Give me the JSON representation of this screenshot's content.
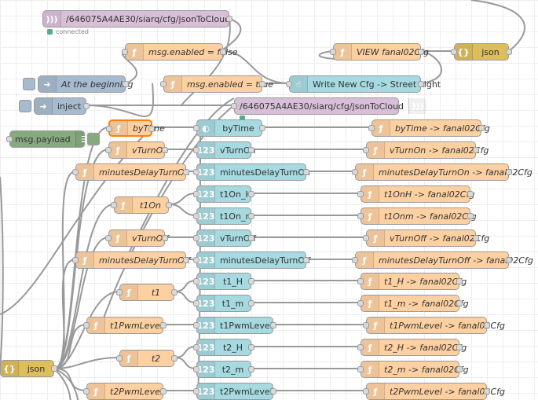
{
  "status": {
    "connected": "connected"
  },
  "nodes": {
    "mqtt_in_top": "/646075A4AE30/siarq/cfg/jsonToCloud",
    "msg_enabled_false": "msg.enabled = false",
    "msg_enabled_true": "msg.enabled = true",
    "at_beginning": "At the beginning",
    "inject": "inject",
    "mqtt_out": "/646075A4AE30/siarq/cfg/jsonToCloud",
    "view_fanal": "VIEW fanal02Cfg",
    "json_top": "json",
    "write_cfg": "Write New Cfg -> Street Light",
    "msg_payload": "msg.payload",
    "json_bottom": "json",
    "fn_byTime": "byTime",
    "fn_vTurnOn": "vTurnOn",
    "fn_minutesDelayTurnOn": "minutesDelayTurnOn",
    "fn_t1On": "t1On",
    "fn_vTurnOff": "vTurnOff",
    "fn_minutesDelayTurnOff": "minutesDelayTurnOff",
    "fn_t1": "t1",
    "fn_t1PwmLevel": "t1PwmLevel",
    "fn_t2": "t2",
    "fn_t2PwmLevel": "t2PwmLevel",
    "ch_byTime": "byTime",
    "ch_vTurnOn": "vTurnOn",
    "ch_minutesDelayTurnOn": "minutesDelayTurnOn",
    "ch_t1On_H": "t1On_H",
    "ch_t1On_m": "t1On_m",
    "ch_vTurnOff": "vTurnOff",
    "ch_minutesDelayTurnOff": "minutesDelayTurnOff",
    "ch_t1_H": "t1_H",
    "ch_t1_m": "t1_m",
    "ch_t1PwmLevel": "t1PwmLevel",
    "ch_t2_H": "t2_H",
    "ch_t2_m": "t2_m",
    "ch_t2PwmLevel": "t2PwmLevel",
    "out_byTime": "byTime -> fanal02Cfg",
    "out_vTurnOn": "vTurnOn -> fanal02Cfg",
    "out_minutesDelayTurnOn": "minutesDelayTurnOn -> fanal02Cfg",
    "out_t1OnH": "t1OnH -> fanal02Cfg",
    "out_t1Onm": "t1Onm -> fanal02Cfg",
    "out_vTurnOff": "vTurnOff -> fanal02Cfg",
    "out_minutesDelayTurnOff": "minutesDelayTurnOff -> fanal02Cfg",
    "out_t1_H": "t1_H -> fanal02Cfg",
    "out_t1_m": "t1_m -> fanal02Cfg",
    "out_t1PwmLevel": "t1PwmLevel -> fanal02Cfg",
    "out_t2_H": "t2_H -> fanal02Cfg",
    "out_t2_m": "t2_m -> fanal02Cfg",
    "out_t2PwmLevel": "t2PwmLevel -> fanal02Cfg"
  },
  "icons": {
    "function": "function-icon",
    "dashboard_text": "numeric-input-icon",
    "switch": "switch-icon",
    "mqtt": "mqtt-wave-icon",
    "json": "json-braces-icon",
    "inject": "inject-arrow-icon",
    "debug": "debug-list-icon",
    "button": "hand-pointer-icon"
  },
  "colors": {
    "function": "#fdd0a2",
    "dashboard": "#a6d9e0",
    "mqtt": "#d8bfd8",
    "json": "#debd5c",
    "inject": "#a6bbcf",
    "debug": "#87a980",
    "selected": "#ff7f0e",
    "wire": "#999999"
  }
}
